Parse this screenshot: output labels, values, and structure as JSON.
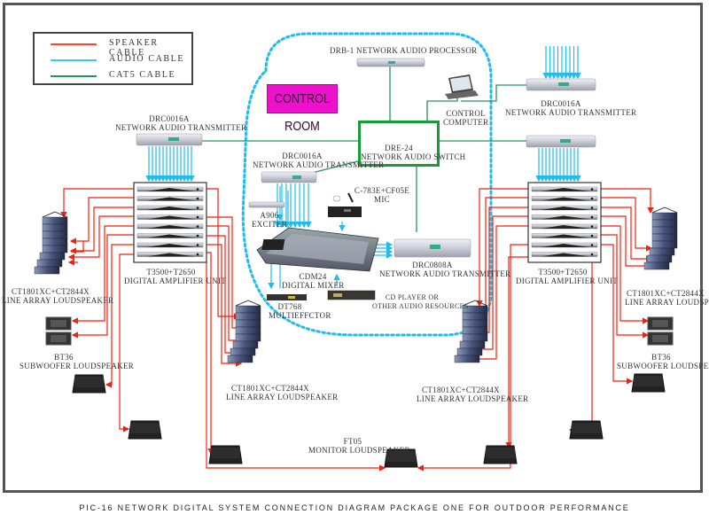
{
  "legend": {
    "items": [
      {
        "label": "SPEAKER CABLE",
        "color": "#ff4422"
      },
      {
        "label": "AUDIO CABLE",
        "color": "#33ccee"
      },
      {
        "label": "CAT5 CABLE",
        "color": "#22995a"
      }
    ]
  },
  "control_room": {
    "label": "CONTROL ROOM",
    "bg_color": "#ee11cc"
  },
  "devices": {
    "processor": {
      "model": "DRB-1 NETWORK AUDIO PROCESSOR"
    },
    "control_computer": {
      "line1": "CONTROL",
      "line2": "COMPUTER"
    },
    "switch": {
      "model": "DRE-24",
      "name": "NETWORK AUDIO SWITCH"
    },
    "tx_left": {
      "model": "DRC0016A",
      "name": "NETWORK AUDIO TRANSMITTER"
    },
    "tx_center": {
      "model": "DRC0016A",
      "name": "NETWORK AUDIO TRANSMITTER"
    },
    "tx_right": {
      "model": "DRC0016A",
      "name": "NETWORK AUDIO TRANSMITTER"
    },
    "tx_mixer_out": {
      "model": "DRC0808A",
      "name": "NETWORK AUDIO TRANSMITTER"
    },
    "exciter": {
      "model": "A906",
      "name": "EXCITER"
    },
    "mic": {
      "model": "C-783E+CF05E",
      "name": "MIC"
    },
    "mixer": {
      "model": "CDM24",
      "name": "DIGITAL MIXER"
    },
    "effector": {
      "model": "DT768",
      "name": "MULTIEFFCTOR"
    },
    "cd_player": {
      "line1": "CD PLAYER OR",
      "line2": "OTHER AUDIO RESOURCES"
    },
    "amp_left": {
      "model": "T3500+T2650",
      "name": "DIGITAL AMPLIFIER UNIT"
    },
    "amp_right": {
      "model": "T3500+T2650",
      "name": "DIGITAL AMPLIFIER UNIT"
    },
    "line_array_ll": {
      "model": "CT1801XC+CT2844X",
      "name": "LINE ARRAY LOUDSPEAKER"
    },
    "line_array_lc": {
      "model": "CT1801XC+CT2844X",
      "name": "LINE ARRAY LOUDSPEAKER"
    },
    "line_array_rc": {
      "model": "CT1801XC+CT2844X",
      "name": "LINE ARRAY LOUDSPEAKER"
    },
    "line_array_rr": {
      "model": "CT1801XC+CT2844X",
      "name": "LINE ARRAY LOUDSPEAKER"
    },
    "sub_left": {
      "model": "BT36",
      "name": "SUBWOOFER LOUDSPEAKER"
    },
    "sub_right": {
      "model": "BT36",
      "name": "SUBWOOFER LOUDSPEAKER"
    },
    "monitor": {
      "model": "FT05",
      "name": "MONITOR LOUDSPEAKER"
    }
  },
  "caption": "PIC-16 NETWORK DIGITAL SYSTEM CONNECTION DIAGRAM PACKAGE ONE FOR OUTDOOR PERFORMANCE"
}
